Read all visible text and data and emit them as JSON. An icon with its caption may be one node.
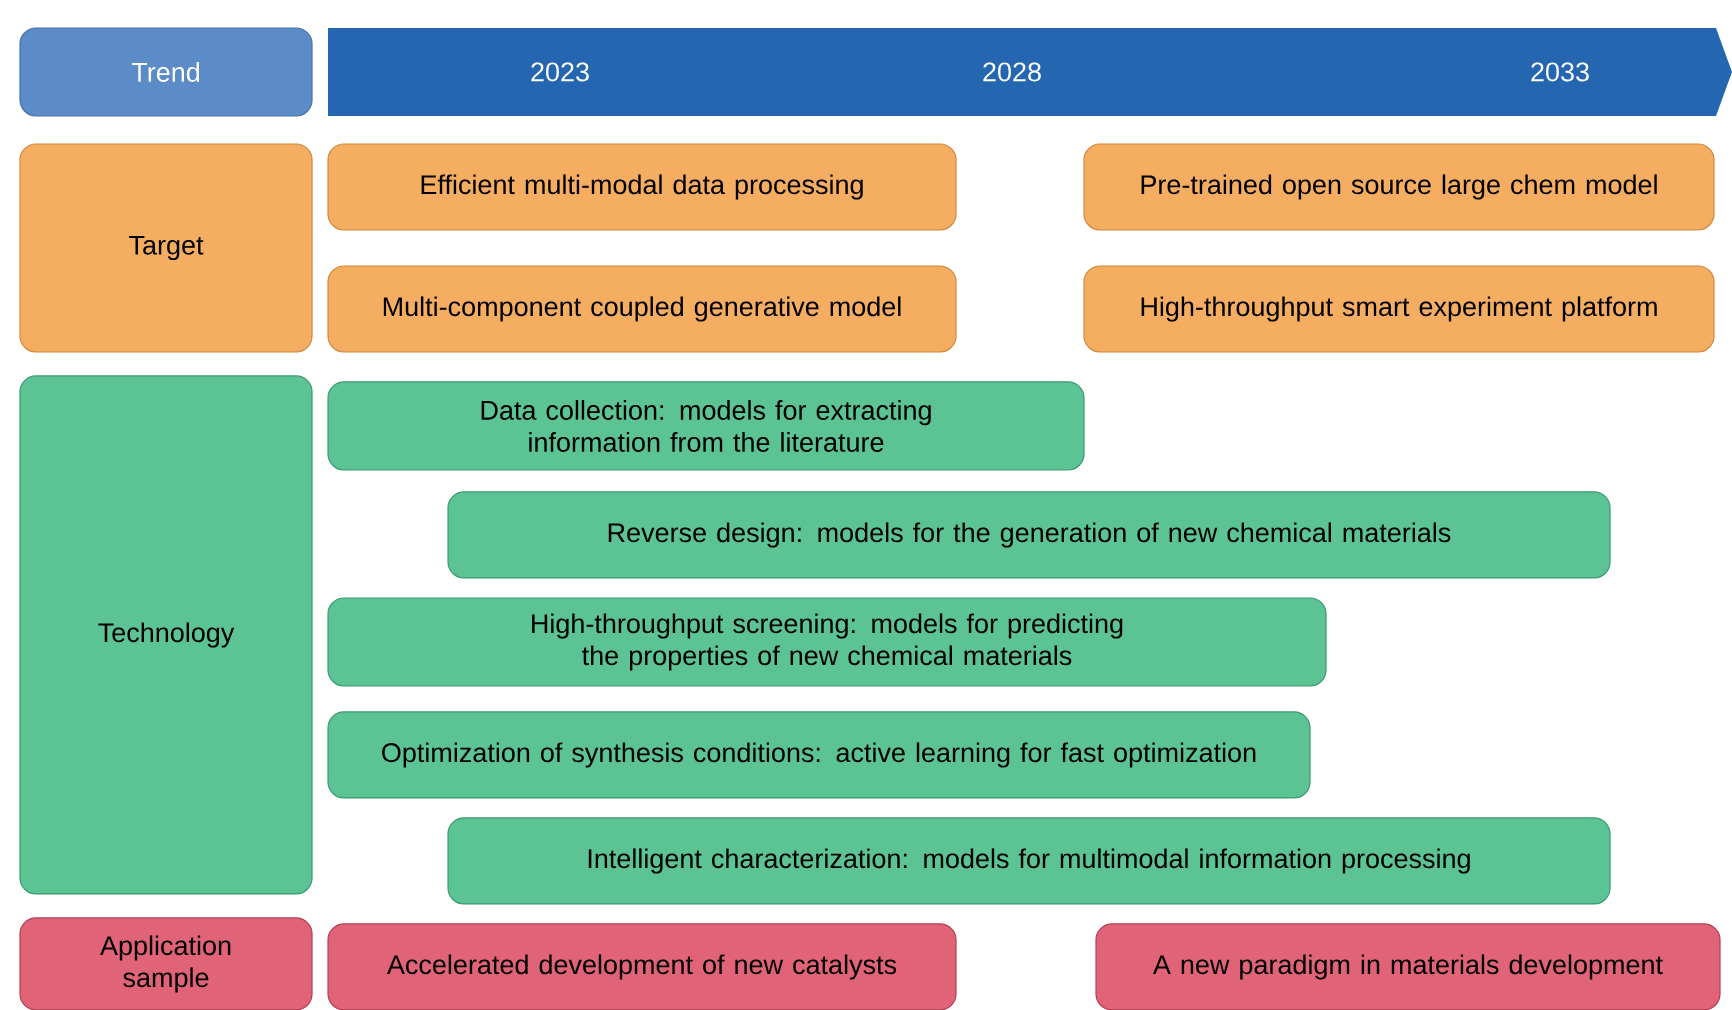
{
  "diagram": {
    "nodes": [
      {
        "text": [
          "Trend"
        ]
      },
      {
        "text": [
          "2023",
          "2028",
          "2033"
        ]
      },
      {
        "text": [
          "Target"
        ]
      },
      {
        "text": [
          "Efficient multi-modal data processing"
        ]
      },
      {
        "text": [
          "Pre-trained open source large chem model"
        ]
      },
      {
        "text": [
          "Multi-component coupled generative model"
        ]
      },
      {
        "text": [
          "High-throughput smart experiment platform"
        ]
      },
      {
        "text": [
          "Technology"
        ]
      },
      {
        "text": [
          "Data collection: models for extracting information from the literature"
        ]
      },
      {
        "text": [
          "Reverse design: models for the generation of new chemical materials"
        ]
      },
      {
        "text": [
          "High-throughput screening: models for predicting the properties of new chemical materials"
        ]
      },
      {
        "text": [
          "Optimization of synthesis conditions: active learning for fast optimization"
        ]
      },
      {
        "text": [
          "Intelligent characterization: models for multimodal information processing"
        ]
      },
      {
        "text": [
          "Application sample"
        ]
      },
      {
        "text": [
          "Accelerated development of new catalysts"
        ]
      },
      {
        "text": [
          "A new paradigm in materials development"
        ]
      }
    ],
    "edges": []
  }
}
